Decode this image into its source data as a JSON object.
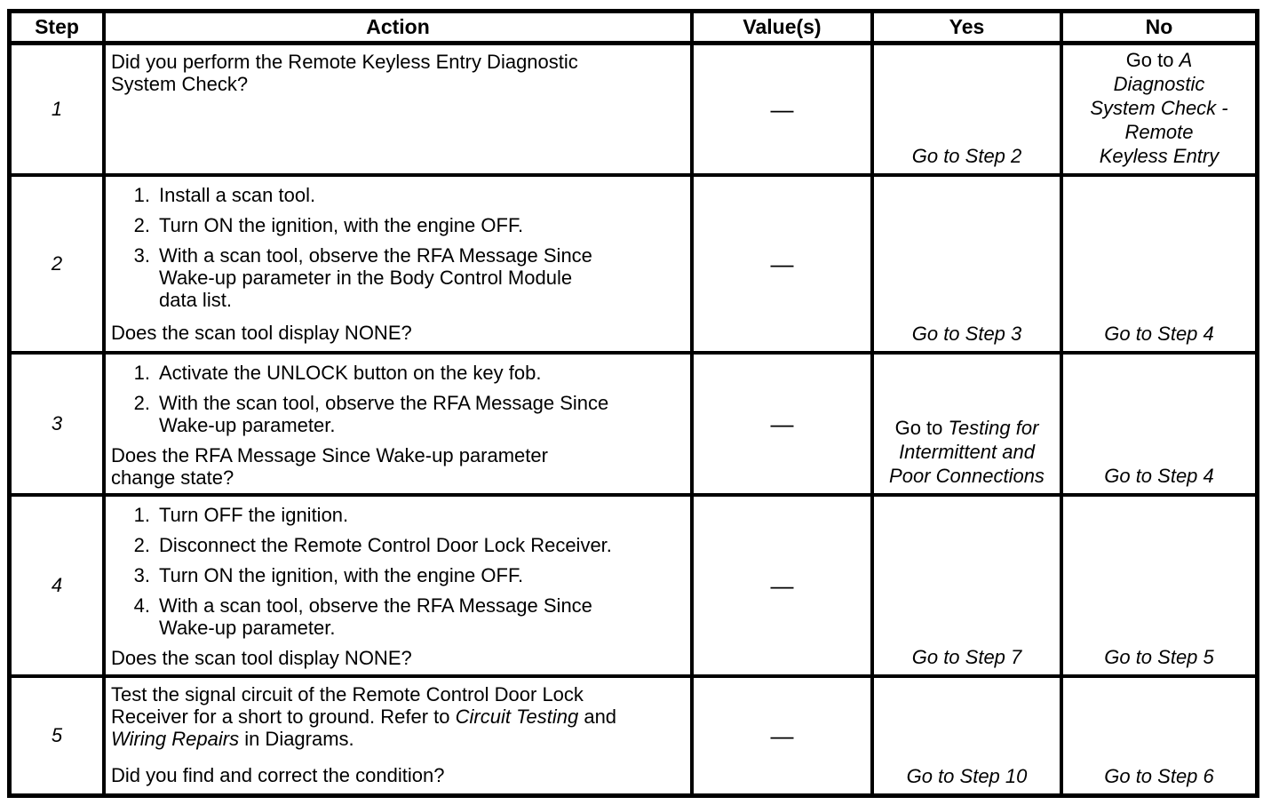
{
  "page": {
    "paper_color": "#ffffff",
    "ink_color": "#000000"
  },
  "table": {
    "headers": [
      {
        "label": "Step"
      },
      {
        "label": "Action"
      },
      {
        "label": "Value(s)"
      },
      {
        "label": "Yes"
      },
      {
        "label": "No"
      }
    ],
    "rows": [
      {
        "step": "1",
        "action": {
          "intro": [
            [
              {
                "t": "Did you perform the Remote Keyless Entry Diagnostic",
                "i": false
              }
            ],
            [
              {
                "t": "System Check?",
                "i": false
              }
            ]
          ],
          "items": [],
          "question": []
        },
        "value": "—",
        "yes": [
          [
            {
              "t": "Go to Step 2",
              "i": true
            }
          ]
        ],
        "no": [
          [
            {
              "t": "Go to ",
              "i": false
            },
            {
              "t": "A",
              "i": true
            }
          ],
          [
            {
              "t": "Diagnostic",
              "i": true
            }
          ],
          [
            {
              "t": "System Check -",
              "i": true
            }
          ],
          [
            {
              "t": "Remote",
              "i": true
            }
          ],
          [
            {
              "t": "Keyless Entry",
              "i": true
            }
          ]
        ]
      },
      {
        "step": "2",
        "action": {
          "intro": [],
          "items": [
            {
              "num": "1.",
              "lines": [
                "Install a scan tool."
              ]
            },
            {
              "num": "2.",
              "lines": [
                "Turn ON the ignition, with the engine OFF."
              ]
            },
            {
              "num": "3.",
              "lines": [
                "With a scan tool, observe the RFA Message Since",
                "Wake-up parameter in the Body Control Module",
                "data list."
              ]
            }
          ],
          "question": [
            "Does the scan tool display NONE?"
          ]
        },
        "value": "—",
        "yes": [
          [
            {
              "t": "Go to Step 3",
              "i": true
            }
          ]
        ],
        "no": [
          [
            {
              "t": "Go to Step 4",
              "i": true
            }
          ]
        ]
      },
      {
        "step": "3",
        "action": {
          "intro": [],
          "items": [
            {
              "num": "1.",
              "lines": [
                "Activate the UNLOCK button on the key fob."
              ]
            },
            {
              "num": "2.",
              "lines": [
                "With the scan tool, observe the RFA Message Since",
                "Wake-up parameter."
              ]
            }
          ],
          "question": [
            "Does the RFA Message Since Wake-up parameter",
            "change state?"
          ]
        },
        "value": "—",
        "yes": [
          [
            {
              "t": "Go to ",
              "i": false
            },
            {
              "t": "Testing for",
              "i": true
            }
          ],
          [
            {
              "t": "Intermittent and",
              "i": true
            }
          ],
          [
            {
              "t": "Poor Connections",
              "i": true
            }
          ]
        ],
        "no": [
          [
            {
              "t": "Go to Step 4",
              "i": true
            }
          ]
        ]
      },
      {
        "step": "4",
        "action": {
          "intro": [],
          "items": [
            {
              "num": "1.",
              "lines": [
                "Turn OFF the ignition."
              ]
            },
            {
              "num": "2.",
              "lines": [
                "Disconnect the Remote Control Door Lock Receiver."
              ]
            },
            {
              "num": "3.",
              "lines": [
                "Turn ON the ignition, with the engine OFF."
              ]
            },
            {
              "num": "4.",
              "lines": [
                "With a scan tool, observe the RFA Message Since",
                "Wake-up parameter."
              ]
            }
          ],
          "question": [
            "Does the scan tool display NONE?"
          ]
        },
        "value": "—",
        "yes": [
          [
            {
              "t": "Go to Step 7",
              "i": true
            }
          ]
        ],
        "no": [
          [
            {
              "t": "Go to Step 5",
              "i": true
            }
          ]
        ]
      },
      {
        "step": "5",
        "action": {
          "intro": [
            [
              {
                "t": "Test the signal circuit of the Remote Control Door Lock",
                "i": false
              }
            ],
            [
              {
                "t": "Receiver for a short to ground. Refer to ",
                "i": false
              },
              {
                "t": "Circuit Testing",
                "i": true
              },
              {
                "t": " and",
                "i": false
              }
            ],
            [
              {
                "t": "Wiring Repairs",
                "i": true
              },
              {
                "t": " in Diagrams.",
                "i": false
              }
            ]
          ],
          "items": [],
          "question": [
            "Did you find and correct the condition?"
          ]
        },
        "value": "—",
        "yes": [
          [
            {
              "t": "Go to Step 10",
              "i": true
            }
          ]
        ],
        "no": [
          [
            {
              "t": "Go to Step 6",
              "i": true
            }
          ]
        ]
      }
    ]
  }
}
